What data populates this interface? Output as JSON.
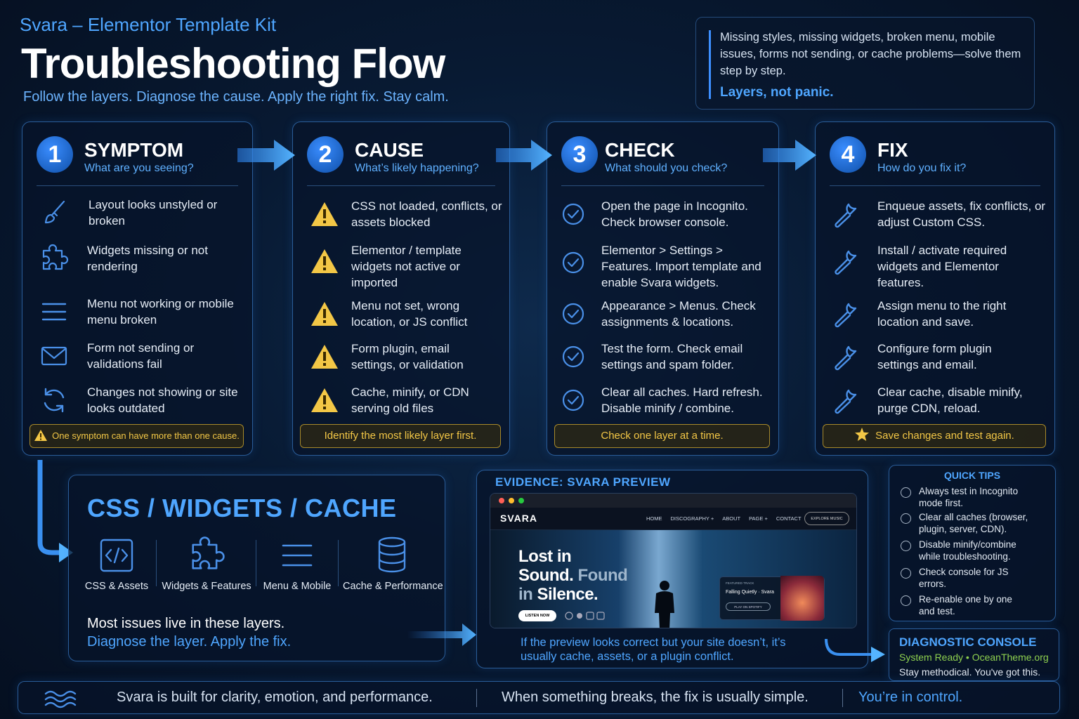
{
  "header": {
    "brand": "Svara – Elementor Template Kit",
    "title": "Troubleshooting Flow",
    "tagline": "Follow the layers. Diagnose the cause. Apply the right fix. Stay calm."
  },
  "intro": {
    "text": "Missing styles, missing widgets, broken menu, mobile issues, forms not sending, or cache problems—solve them step by step.",
    "emphasis": "Layers, not panic."
  },
  "steps": [
    {
      "number": "1",
      "title": "SYMPTOM",
      "subtitle": "What are you seeing?",
      "items": [
        "Layout looks unstyled or broken",
        "Widgets missing or not rendering",
        "Menu not working or mobile menu broken",
        "Form not sending or validations fail",
        "Changes not showing or site looks outdated"
      ],
      "note": "One symptom can have more than one cause."
    },
    {
      "number": "2",
      "title": "CAUSE",
      "subtitle": "What’s likely happening?",
      "items": [
        "CSS not loaded, conflicts, or assets blocked",
        "Elementor / template widgets not active or imported",
        "Menu not set, wrong location, or JS conflict",
        "Form plugin, email settings, or validation",
        "Cache, minify, or CDN serving old files"
      ],
      "note": "Identify the most likely layer first."
    },
    {
      "number": "3",
      "title": "CHECK",
      "subtitle": "What should you check?",
      "items": [
        "Open the page in Incognito. Check browser console.",
        "Elementor > Settings > Features. Import template and enable Svara widgets.",
        "Appearance > Menus. Check assignments & locations.",
        "Test the form. Check email settings and spam folder.",
        "Clear all caches. Hard refresh. Disable minify / combine."
      ],
      "note": "Check one layer at a time."
    },
    {
      "number": "4",
      "title": "FIX",
      "subtitle": "How do you fix it?",
      "items": [
        "Enqueue assets, fix conflicts, or adjust Custom CSS.",
        "Install / activate required widgets and Elementor features.",
        "Assign menu to the right location and save.",
        "Configure form plugin settings and email.",
        "Clear cache, disable minify, purge CDN, reload."
      ],
      "note": "Save changes and test again."
    }
  ],
  "layers": {
    "title": "CSS  /  WIDGETS / CACHE",
    "items": [
      "CSS & Assets",
      "Widgets & Features",
      "Menu & Mobile",
      "Cache & Performance"
    ],
    "line1": "Most issues live in these layers.",
    "line2": "Diagnose the layer. Apply the fix."
  },
  "evidence": {
    "title": "EVIDENCE: SVARA PREVIEW",
    "site_logo": "SVARA",
    "nav": [
      "HOME",
      "DISCOGRAPHY +",
      "ABOUT",
      "PAGE +",
      "CONTACT"
    ],
    "nav_button": "EXPLORE MUSIC",
    "hero_l1a": "Lost in",
    "hero_l2a": "Sound.",
    "hero_l2b": "Found",
    "hero_l3a": "in",
    "hero_l3b": "Silence.",
    "listen": "LISTEN NOW",
    "featured_label": "FEATURED TRACK",
    "featured_track": "Falling Quietly · Svara",
    "featured_button": "PLAY ON SPOTIFY",
    "caption": "If the preview looks correct but your site doesn’t, it’s usually cache, assets, or a plugin conflict."
  },
  "tips": {
    "title": "QUICK TIPS",
    "items": [
      "Always test in Incognito mode first.",
      "Clear all caches (browser, plugin, server, CDN).",
      "Disable minify/combine while troubleshooting.",
      "Check console for JS errors.",
      "Re-enable one by one and test."
    ]
  },
  "console": {
    "title": "DIAGNOSTIC CONSOLE",
    "status": "System Ready • OceanTheme.org",
    "message": "Stay methodical. You've got this."
  },
  "footer": {
    "items": [
      "Svara is built for clarity, emotion, and performance.",
      "When something breaks, the fix is usually simple.",
      "You’re in control."
    ]
  },
  "colors": {
    "accent": "#4fa6ff",
    "warning": "#f3c746",
    "success": "#8fd14f",
    "background": "#081a33"
  }
}
